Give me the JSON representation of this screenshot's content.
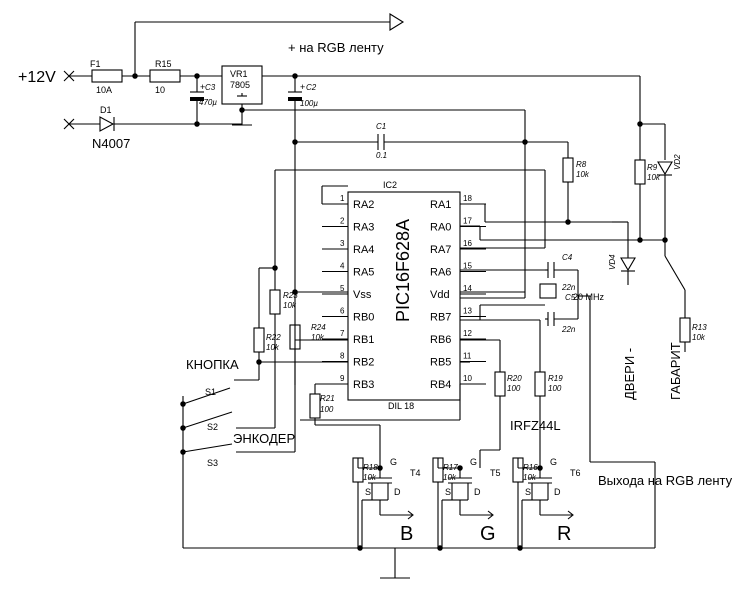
{
  "labels": {
    "supply": "+12V",
    "rgb_plus": "+ на RGB ленту",
    "rgb_out": "Выхода на RGB ленту",
    "button": "КНОПКА",
    "encoder": "ЭНКОДЕР",
    "doors": "ДВЕРИ -",
    "parking": "ГАБАРИТ",
    "mosfet": "IRFZ44L",
    "out_b": "B",
    "out_g": "G",
    "out_r": "R",
    "diode_part": "N4007",
    "chip_name": "PIC16F628A",
    "chip_ref": "IC2",
    "chip_pkg": "DIL 18",
    "xtal": "20 MHz"
  },
  "components": {
    "F1": {
      "ref": "F1",
      "value": "10A"
    },
    "R15": {
      "ref": "R15",
      "value": "10"
    },
    "VR1": {
      "ref": "VR1",
      "value": "7805"
    },
    "C3": {
      "ref": "C3",
      "value": "470µ"
    },
    "C2": {
      "ref": "C2",
      "value": "100µ"
    },
    "D1": {
      "ref": "D1"
    },
    "C1": {
      "ref": "C1",
      "value": "0.1"
    },
    "R8": {
      "ref": "R8",
      "value": "10k"
    },
    "R9": {
      "ref": "R9",
      "value": "10k"
    },
    "VD2": {
      "ref": "VD2"
    },
    "VD4": {
      "ref": "VD4"
    },
    "R13": {
      "ref": "R13",
      "value": "10k"
    },
    "C4": {
      "ref": "C4",
      "value": "22n"
    },
    "C5": {
      "ref": "C5",
      "value": "22n"
    },
    "R23": {
      "ref": "R23",
      "value": "10k"
    },
    "R24": {
      "ref": "R24",
      "value": "10k"
    },
    "R22": {
      "ref": "R22",
      "value": "10k"
    },
    "R21": {
      "ref": "R21",
      "value": "100"
    },
    "R20": {
      "ref": "R20",
      "value": "100"
    },
    "R19": {
      "ref": "R19",
      "value": "100"
    },
    "R18": {
      "ref": "R18",
      "value": "10k"
    },
    "R17": {
      "ref": "R17",
      "value": "10k"
    },
    "R16": {
      "ref": "R16",
      "value": "10k"
    },
    "T4": {
      "ref": "T4"
    },
    "T5": {
      "ref": "T5"
    },
    "T6": {
      "ref": "T6"
    },
    "S1": {
      "ref": "S1"
    },
    "S2": {
      "ref": "S2"
    },
    "S3": {
      "ref": "S3"
    }
  },
  "chip_pins_left": [
    {
      "num": "1",
      "name": "RA2"
    },
    {
      "num": "2",
      "name": "RA3"
    },
    {
      "num": "3",
      "name": "RA4"
    },
    {
      "num": "4",
      "name": "RA5"
    },
    {
      "num": "5",
      "name": "Vss"
    },
    {
      "num": "6",
      "name": "RB0"
    },
    {
      "num": "7",
      "name": "RB1"
    },
    {
      "num": "8",
      "name": "RB2"
    },
    {
      "num": "9",
      "name": "RB3"
    }
  ],
  "chip_pins_right": [
    {
      "num": "18",
      "name": "RA1"
    },
    {
      "num": "17",
      "name": "RA0"
    },
    {
      "num": "16",
      "name": "RA7"
    },
    {
      "num": "15",
      "name": "RA6"
    },
    {
      "num": "14",
      "name": "Vdd"
    },
    {
      "num": "13",
      "name": "RB7"
    },
    {
      "num": "12",
      "name": "RB6"
    },
    {
      "num": "11",
      "name": "RB5"
    },
    {
      "num": "10",
      "name": "RB4"
    }
  ],
  "mosfet_pins": {
    "gate": "G",
    "source": "S",
    "drain": "D"
  }
}
